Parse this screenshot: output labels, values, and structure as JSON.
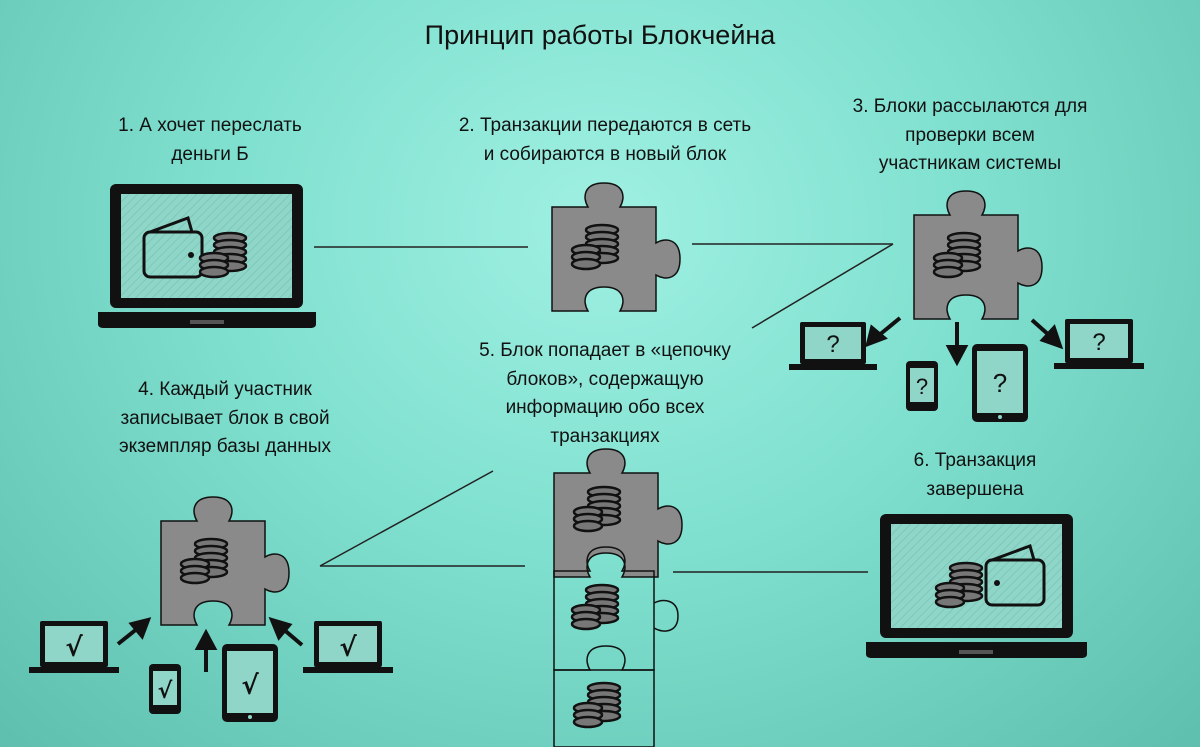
{
  "title": "Принцип работы Блокчейна",
  "steps": [
    {
      "text": "1. А хочет переслать\nденьги Б"
    },
    {
      "text": "2. Транзакции передаются в сеть\nи собираются в новый блок"
    },
    {
      "text": "3. Блоки рассылаются для\nпроверки всем\nучастникам системы"
    },
    {
      "text": "4. Каждый участник\nзаписывает блок в свой\nэкземпляр базы данных"
    },
    {
      "text": "5. Блок попадает в «цепочку\nблоков», содержащую\nинформацию обо всех\nтранзакциях"
    },
    {
      "text": "6. Транзакция\nзавершена"
    }
  ],
  "device_marks": {
    "unverified": "?",
    "verified": "√"
  },
  "colors": {
    "block": "#8a8a8a",
    "device": "#111111",
    "screen": "#8fd6c8",
    "connector": "#222222"
  }
}
